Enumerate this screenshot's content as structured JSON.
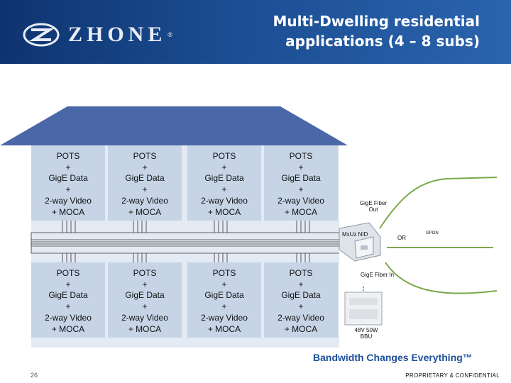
{
  "header": {
    "logo_text": "ZHONE",
    "logo_mark": "®",
    "title_line1": "Multi-Dwelling residential",
    "title_line2": "applications (4 – 8 subs)"
  },
  "units": [
    [
      "POTS",
      "+",
      "GigE Data",
      "+",
      "2-way Video",
      "+  MOCA"
    ],
    [
      "POTS",
      "+",
      "GigE Data",
      "+",
      "2-way Video",
      "+  MOCA"
    ],
    [
      "POTS",
      "+",
      "GigE Data",
      "+",
      "2-way Video",
      "+  MOCA"
    ],
    [
      "POTS",
      "+",
      "GigE Data",
      "+",
      "2-way Video",
      "+  MOCA"
    ],
    [
      "POTS",
      "+",
      "GigE Data",
      "+",
      "2-way Video",
      "+  MOCA"
    ],
    [
      "POTS",
      "+",
      "GigE Data",
      "+",
      "2-way Video",
      "+  MOCA"
    ],
    [
      "POTS",
      "+",
      "GigE Data",
      "+",
      "2-way Video",
      "+  MOCA"
    ],
    [
      "POTS",
      "+",
      "GigE Data",
      "+",
      "2-way Video",
      "+  MOCA"
    ]
  ],
  "labels": {
    "fiber_out_1": "GigE Fiber",
    "fiber_out_2": "Out",
    "device": "MxUz NID",
    "or": "OR",
    "gpon": "GPON",
    "fiber_in": "GigE Fiber In",
    "psu_1": "48V 50W",
    "psu_2": "BBU"
  },
  "footer": {
    "brand": "Bandwidth Changes Everything™",
    "page": "26",
    "confidential": "PROPRIETARY & CONFIDENTIAL"
  },
  "colors": {
    "header": "#1b4d92",
    "roof": "#4a67a8",
    "unit": "#c6d4e6",
    "building": "#e4eaf3",
    "fiber_line": "#7aa84a",
    "brand": "#1d4f9a"
  }
}
